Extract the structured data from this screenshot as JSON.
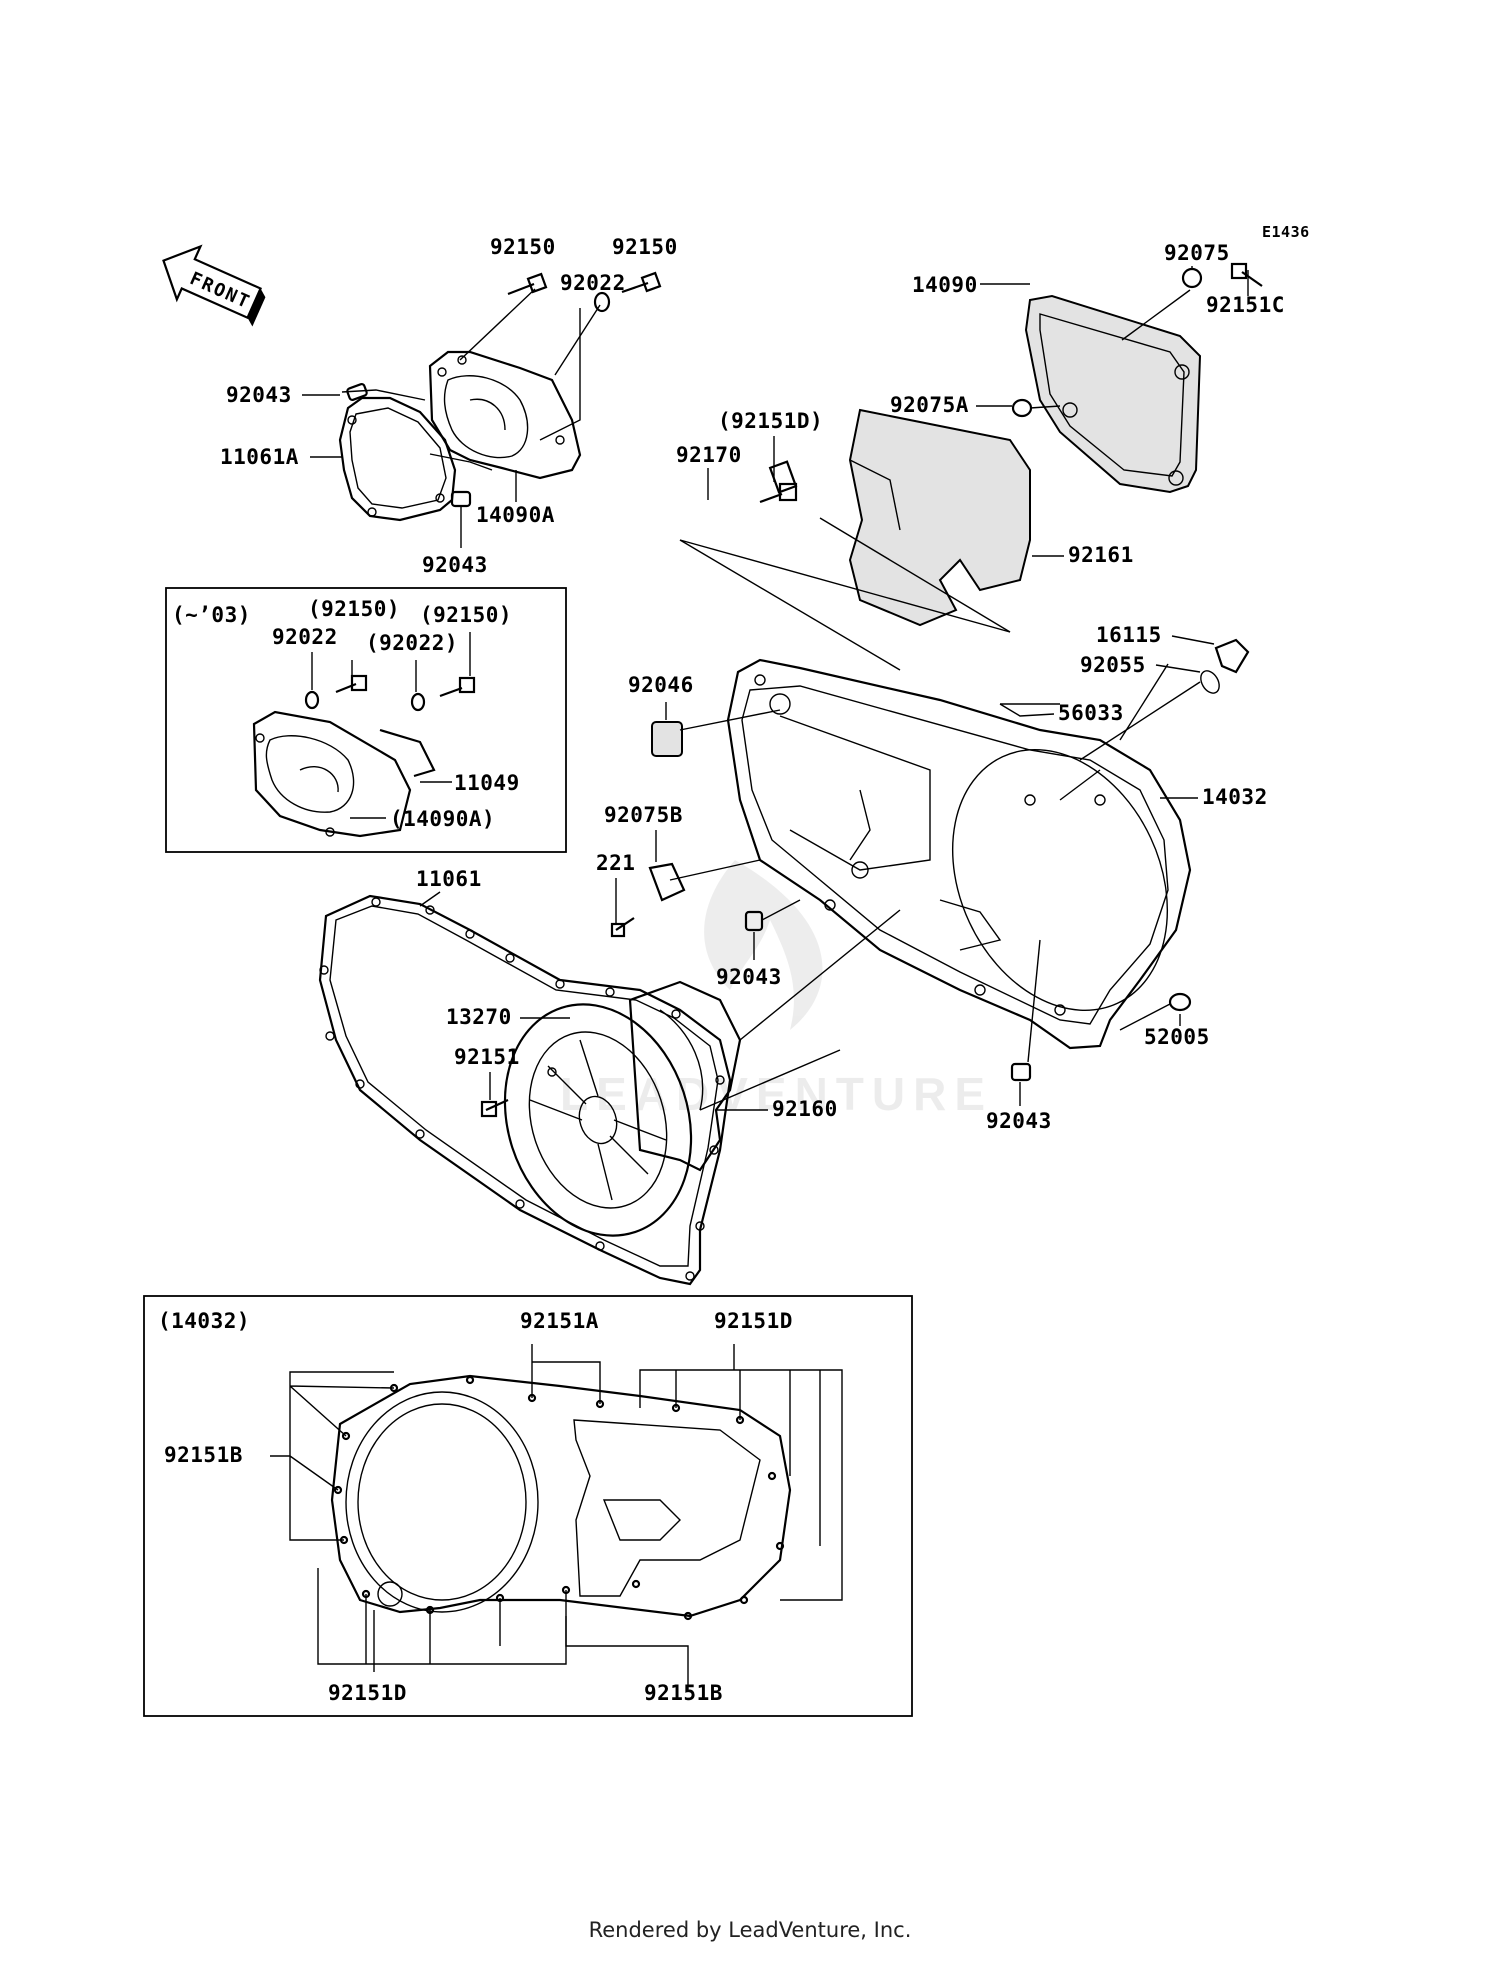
{
  "diagram_code": "E1436",
  "front_label": "FRONT",
  "labels": {
    "l_92150_a": "92150",
    "l_92150_b": "92150",
    "l_92022": "92022",
    "l_92043_a": "92043",
    "l_11061A": "11061A",
    "l_14090A": "14090A",
    "l_92043_b": "92043",
    "l_92075": "92075",
    "l_92151C": "92151C",
    "l_14090": "14090",
    "l_92075A": "92075A",
    "l_92151D_p": "(92151D)",
    "l_92170": "92170",
    "l_92161": "92161",
    "l_16115": "16115",
    "l_92055": "92055",
    "l_92046": "92046",
    "l_56033": "56033",
    "l_14032": "14032",
    "l_92075B": "92075B",
    "l_221": "221",
    "l_92043_c": "92043",
    "l_11061": "11061",
    "l_13270": "13270",
    "l_92151": "92151",
    "l_92160": "92160",
    "l_92043_d": "92043",
    "l_52005": "52005"
  },
  "inset_early": {
    "year_note": "(~’03)",
    "l_92150_p1": "(92150)",
    "l_92150_p2": "(92150)",
    "l_92022": "92022",
    "l_92022_p": "(92022)",
    "l_11049": "11049",
    "l_14090A_p": "(14090A)"
  },
  "inset_14032": {
    "title": "(14032)",
    "l_92151A": "92151A",
    "l_92151D_top": "92151D",
    "l_92151B_left": "92151B",
    "l_92151D_bottom": "92151D",
    "l_92151B_bottom": "92151B"
  },
  "footer": "Rendered by LeadVenture, Inc."
}
